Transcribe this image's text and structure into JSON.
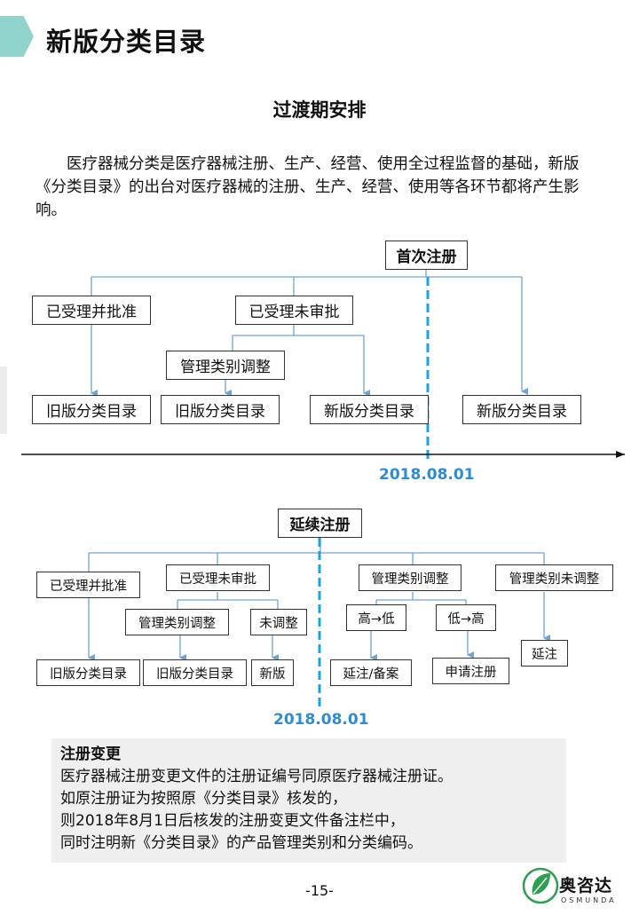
{
  "header": {
    "title": "新版分类目录"
  },
  "section": {
    "title": "过渡期安排"
  },
  "intro": {
    "text": "医疗器械分类是医疗器械注册、生产、经营、使用全过程监督的基础，新版《分类目录》的出台对医疗器械的注册、生产、经营、使用等各环节都将产生影响。"
  },
  "first_reg": {
    "title": "首次注册",
    "accepted_approved": "已受理并批准",
    "accepted_pending": "已受理未审批",
    "class_adjust": "管理类别调整",
    "out_old_1": "旧版分类目录",
    "out_old_2": "旧版分类目录",
    "out_new_1": "新版分类目录",
    "out_new_2": "新版分类目录",
    "date": "2018.08.01"
  },
  "renewal": {
    "title": "延续注册",
    "accepted_approved": "已受理并批准",
    "accepted_pending": "已受理未审批",
    "class_adjust_a": "管理类别调整",
    "not_adjusted": "未调整",
    "class_adjust_b": "管理类别调整",
    "class_not_adjust": "管理类别未调整",
    "high_low": "高→低",
    "low_high": "低→高",
    "old_1": "旧版分类目录",
    "old_2": "旧版分类目录",
    "new_short": "新版",
    "renew_record": "延注/备案",
    "apply_reg": "申请注册",
    "renew": "延注",
    "date": "2018.08.01"
  },
  "note": {
    "title": "注册变更",
    "line1": "医疗器械注册变更文件的注册证编号同原医疗器械注册证。",
    "line2": "如原注册证为按照原《分类目录》核发的，",
    "line3": "则2018年8月1日后核发的注册变更文件备注栏中，",
    "line4": "同时注明新《分类目录》的产品管理类别和分类编码。"
  },
  "footer": {
    "page": "-15-",
    "brand": "奥咨达",
    "brand_en": "OSMUNDA"
  },
  "colors": {
    "accent": "#8fd3cc",
    "line": "#6fa3d4",
    "date": "#2e8ccf",
    "dash": "#1aa3dc"
  }
}
